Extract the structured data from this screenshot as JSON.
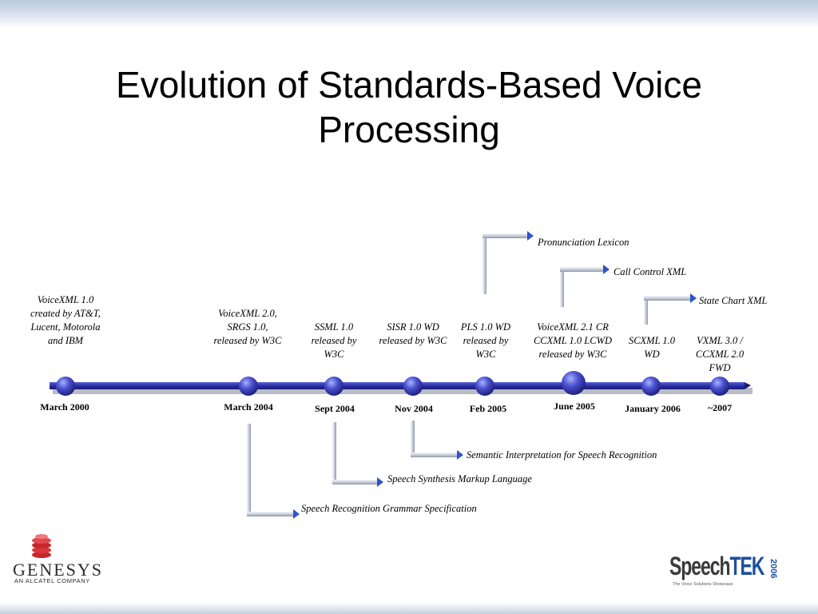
{
  "slide": {
    "title": "Evolution of Standards-Based Voice Processing"
  },
  "colors": {
    "timeline": "#2a2fa6",
    "node": "#3e44c8",
    "arrow": "#2f55c8"
  },
  "milestones": [
    {
      "date": "March 2000",
      "note": "VoiceXML 1.0 created by AT&T, Lucent, Motorola and IBM"
    },
    {
      "date": "March 2004",
      "note": "VoiceXML 2.0, SRGS 1.0, released by W3C"
    },
    {
      "date": "Sept 2004",
      "note": "SSML 1.0 released by W3C"
    },
    {
      "date": "Nov 2004",
      "note": "SISR 1.0 WD released by W3C"
    },
    {
      "date": "Feb 2005",
      "note": "PLS 1.0 WD released by W3C"
    },
    {
      "date": "June 2005",
      "note": "VoiceXML 2.1 CR CCXML 1.0 LCWD released by W3C"
    },
    {
      "date": "January 2006",
      "note": "SCXML 1.0 WD"
    },
    {
      "date": "~2007",
      "note": "VXML 3.0 / CCXML 2.0 FWD"
    }
  ],
  "branches_up": [
    {
      "label": "Pronunciation Lexicon"
    },
    {
      "label": "Call Control XML"
    },
    {
      "label": "State Chart XML"
    }
  ],
  "branches_down": [
    {
      "label": "Semantic Interpretation for Speech Recognition"
    },
    {
      "label": "Speech Synthesis Markup Language"
    },
    {
      "label": "Speech Recognition Grammar Specification"
    }
  ],
  "logos": {
    "genesys": {
      "name": "GENESYS",
      "tagline": "AN ALCATEL COMPANY",
      "mark_icon": "genesys-stack-icon"
    },
    "speechtek": {
      "speech": "Speech",
      "tek": "TEK",
      "year": "2006",
      "tagline": "The Voice Solutions Showcase"
    }
  }
}
